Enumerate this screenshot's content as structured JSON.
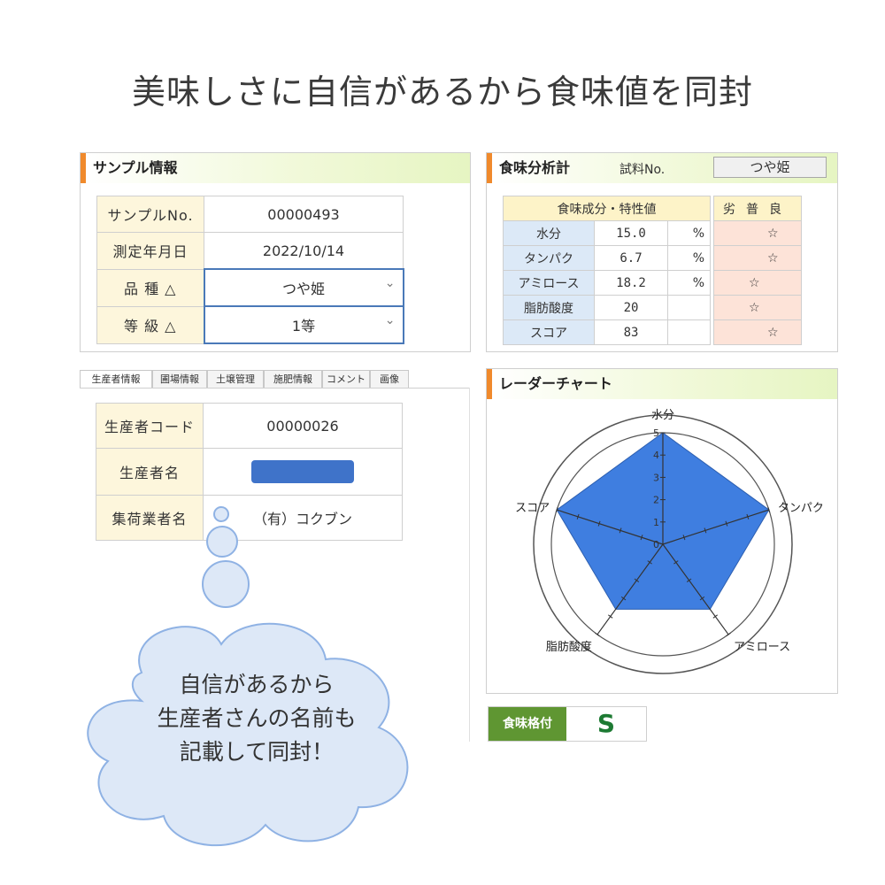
{
  "title": "美味しさに自信があるから食味値を同封",
  "sample_panel": {
    "heading": "サンプル情報",
    "rows": [
      {
        "label": "サンプルNo.",
        "value": "00000493"
      },
      {
        "label": "測定年月日",
        "value": "2022/10/14"
      },
      {
        "label": "品 種 △",
        "value": "つや姫"
      },
      {
        "label": "等 級 △",
        "value": "1等"
      }
    ]
  },
  "analysis_panel": {
    "heading": "食味分析計",
    "sample_label": "試料No.",
    "sample_value": "つや姫",
    "col_header": "食味成分・特性値",
    "grade_header": "劣普良",
    "star": "☆",
    "rows": [
      {
        "name": "水分",
        "value": "15.0",
        "unit": "%"
      },
      {
        "name": "タンパク",
        "value": "6.7",
        "unit": "%"
      },
      {
        "name": "アミロース",
        "value": "18.2",
        "unit": "%"
      },
      {
        "name": "脂肪酸度",
        "value": "20",
        "unit": ""
      },
      {
        "name": "スコア",
        "value": "83",
        "unit": ""
      }
    ],
    "grade_positions": [
      0.85,
      0.85,
      0.55,
      0.55,
      0.85
    ]
  },
  "producer_panel": {
    "tabs": [
      "生産者情報",
      "圃場情報",
      "土壌管理",
      "施肥情報",
      "コメント",
      "画像"
    ],
    "rows": [
      {
        "label": "生産者コード",
        "value": "00000026"
      },
      {
        "label": "生産者名",
        "value": ""
      },
      {
        "label": "集荷業者名",
        "value": "（有）コクブン"
      }
    ],
    "redaction_color": "#3f73c9"
  },
  "radar_panel": {
    "heading": "レーダーチャート"
  },
  "chart_data": {
    "type": "radar",
    "axes": [
      "水分",
      "タンパク",
      "アミロース",
      "脂肪酸度",
      "スコア"
    ],
    "values": [
      5,
      5,
      3.6,
      3.6,
      5
    ],
    "range": [
      0,
      5
    ],
    "ticks": [
      "0",
      "1",
      "2",
      "3",
      "4",
      "5"
    ],
    "fill_color": "#3f7ee0"
  },
  "score": {
    "label": "食味格付",
    "value": "S"
  },
  "callout": {
    "lines": [
      "自信があるから",
      "生産者さんの名前も",
      "記載して同封！"
    ],
    "color": "#dde8f7",
    "border": "#8fb2e4"
  }
}
